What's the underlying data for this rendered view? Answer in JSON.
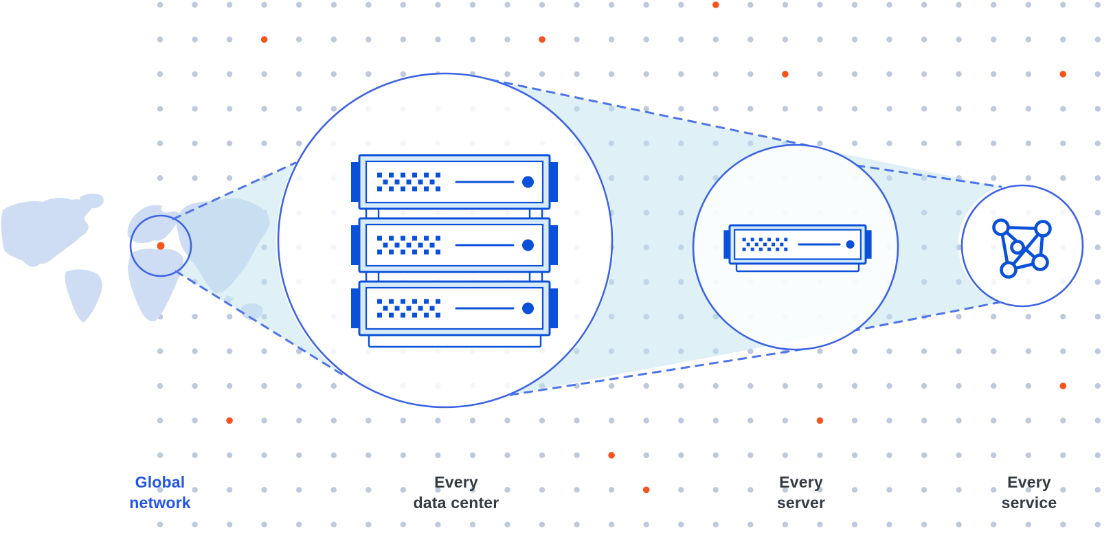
{
  "figure": {
    "description": "Zoom progression diagram: global network map magnified to a data center rack, a single server, and a network service mesh",
    "captions": {
      "global_network": "Global\nnetwork",
      "every_data_center": "Every\ndata center",
      "every_server": "Every\nserver",
      "every_service": "Every\nservice"
    },
    "colors": {
      "background": "#ffffff",
      "grid_dot": "#bfc9de",
      "orange": "#f6531d",
      "stroke_blue": "#3c63e3",
      "dash_blue": "#4e74e8",
      "solid_blue": "#0b50d8",
      "bezel_blue": "#d7ecf8",
      "cone_cyan": "#c1e2ee",
      "map_land": "#cedcf4",
      "label_dark": "#343a41",
      "label_blue": "#2356e4"
    },
    "orange_dots": [
      [
        16,
        0
      ],
      [
        3,
        1
      ],
      [
        11,
        1
      ],
      [
        18,
        2
      ],
      [
        26,
        2
      ],
      [
        26,
        11
      ],
      [
        2,
        12
      ],
      [
        19,
        12
      ],
      [
        13,
        13
      ],
      [
        14,
        14
      ]
    ],
    "icons": [
      "world-map",
      "location-marker-dot",
      "zoom-circle",
      "datacenter-rack-icon",
      "server-icon",
      "network-mesh-icon"
    ]
  }
}
